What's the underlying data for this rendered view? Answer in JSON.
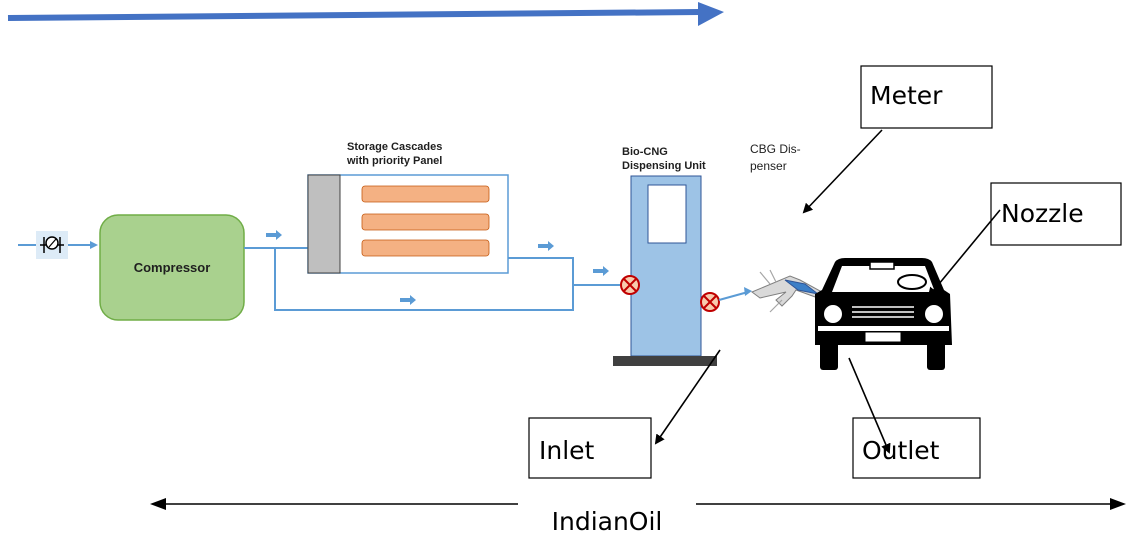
{
  "labels": {
    "compressor": "Compressor",
    "storage_line1": "Storage Cascades",
    "storage_line2": "with priority Panel",
    "dispenser_line1": "Bio-CNG",
    "dispenser_line2": "Dispensing Unit",
    "cbg_line1": "CBG Dis-",
    "cbg_line2": "penser",
    "meter": "Meter",
    "nozzle": "Nozzle",
    "inlet": "Inlet",
    "outlet": "Outlet",
    "footer": "IndianOil"
  },
  "colors": {
    "flow_arrow": "#4472c4",
    "pipe": "#5b9bd5",
    "compressor_fill": "#a9d18e",
    "cascade_bar": "#f4b183",
    "panel_grey": "#bfbfbf",
    "dispenser_fill": "#9dc3e6",
    "valve_red": "#c00000"
  },
  "icons": [
    "flow-direction-arrow",
    "pressure-gauge-icon",
    "valve-icon",
    "fuel-nozzle-icon",
    "car-icon"
  ]
}
